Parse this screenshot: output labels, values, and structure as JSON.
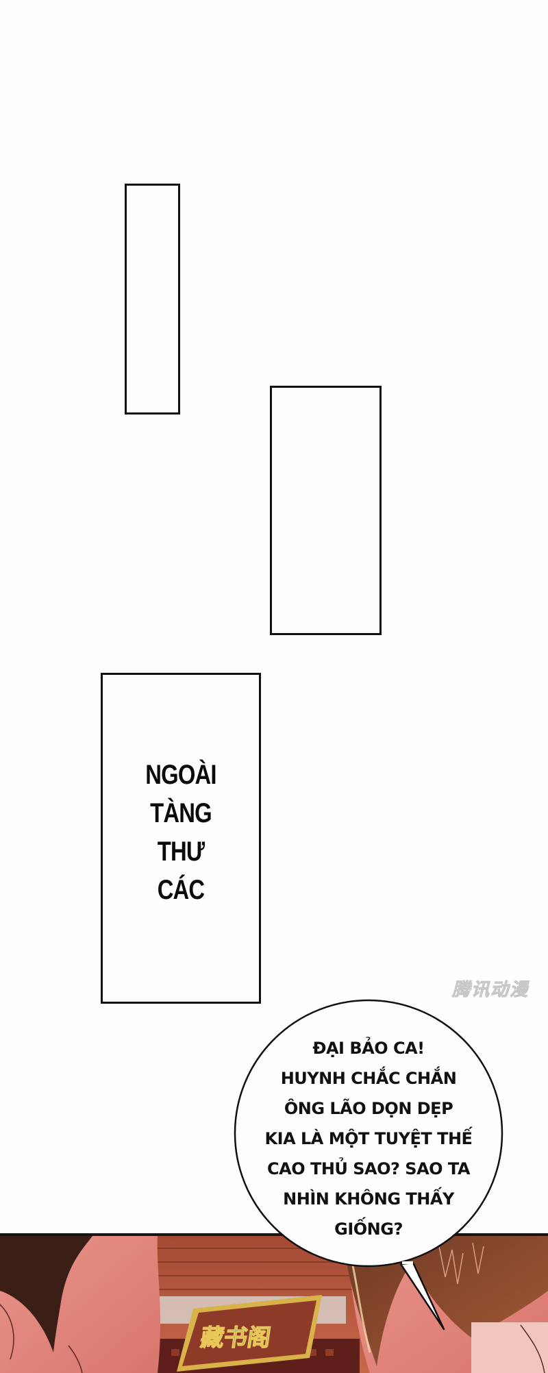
{
  "page": {
    "background": "#fefefe",
    "border_color": "#111111"
  },
  "narration_boxes": [
    {
      "id": "box-1",
      "text": []
    },
    {
      "id": "box-2",
      "text": []
    },
    {
      "id": "box-3",
      "text": [
        "NGOÀI",
        "TÀNG",
        "THƯ",
        "CÁC"
      ]
    }
  ],
  "watermark": {
    "text": "腾讯动漫",
    "color": "#d9d9d9"
  },
  "speech_bubble": {
    "lines": [
      "ĐẠI BẢO CA!",
      "HUYNH CHẮC CHẮN",
      "ÔNG LÃO DỌN DẸP",
      "KIA LÀ MỘT TUYỆT THẾ",
      "CAO THỦ SAO? SAO TA",
      "NHÌN KHÔNG THẤY",
      "GIỐNG?"
    ]
  },
  "art_panel": {
    "sign_text": "藏书阁",
    "colors": {
      "skin": "#e58a80",
      "hair_dark": "#3b1f17",
      "hair_brown": "#8a4a2e",
      "building": "#b9583f",
      "sign_board": "#8d3a28",
      "sign_frame": "#d9b24a",
      "sign_glyph": "#2f6fb3"
    }
  }
}
